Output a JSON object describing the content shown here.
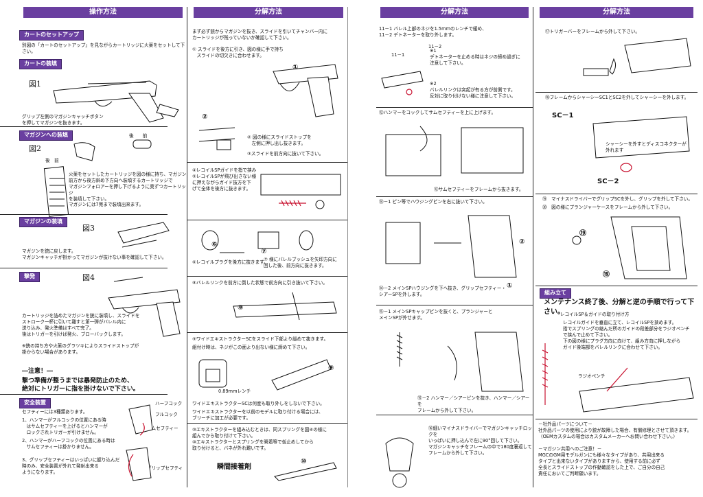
{
  "col1": {
    "header": "操作方法",
    "cart_setup_tag": "カートのセットアップ",
    "cart_setup_text": "別図の「カートのセットアップ」を見ながらカートリッジに火薬をセットして下さい。",
    "cart_load_tag": "カートの装填",
    "fig1": "図1",
    "cart_load_text": "グリップ左側のマガジンキャッチボタン\nを押してマガジンを抜きます。",
    "mag_load_tag": "マガジンへの装填",
    "fig2": "図2",
    "back_front_1": "後　　前",
    "back_front_2": "後　前",
    "mag_load_text": "火薬をセットしたカートリッジを図の様に持ち、マガジン\n前方から後方斜め下方向へ装填するカートリッジで\nマガジンフォロアーを押し下げるように奥ずつカートリッジ\nを装填して下さい。\nマガジンには7発まで装填出来ます。",
    "mag_install_tag": "マガジンの装填",
    "fig3": "図3",
    "mag_install_text": "マガジンを銃に戻します。\nマガジンキャッチが掛かってマガジンが抜けない事を確認して下さい。",
    "fire_tag": "撃発",
    "fig4": "図4",
    "fire_text": "カートリッジを詰めたマガジンを銃に装填し、スライドを\nストローク一杯に引いて離すと第一弾がバレル内に\n送り込み、発火準備はすべて完了。\n後はトリガーを引けば発火、ブローバックします。",
    "fire_note": "※銃の持ち方や火薬のグラツキによりスライドストップが\n掛からない場合があります。",
    "caution_title": "―注意！―",
    "caution_text": "撃つ準備が整うまでは暴発防止のため、\n絶対にトリガーに指を掛けないで下さい。",
    "safety_tag": "安全装置",
    "safety_intro": "セフティーには3種類あります。",
    "safety_1": "1、ハンマーがフルコックの位置にある時\n　はサムセフティーを上げるとハンマーが\n　ロックされトリガーが引けません。",
    "safety_2": "2、ハンマーがハーフコックの位置にある時は\n　サムセフティーは掛かりません。",
    "safety_3": "3、グリップセフティーはいっぱいに握り込んだ\n時のみ、安全装置が外れて発射出来る\nようになります。",
    "label_halfcock": "ハーフコック",
    "label_fullcock": "フルコック",
    "label_thumb": "サムセフティー",
    "label_grip": "グリップセフティー"
  },
  "col2": {
    "header": "分解方法",
    "intro": "まず必ず銃からマガジンを抜き、スライドを引いてチャンバー内に\nカートリッジが残っていないか確認して下さい。",
    "step1": "① スライドを後方に引き、図の様に手で持ち\n　スライドの切欠きに合わせます。",
    "step2": "② 図の様にスライドストップを\n　左側に押し出し抜きます。",
    "step3": "③スライドを前方向に抜いて下さい。",
    "step4": "④レコイルSPガイドを指で挟み\n⑤レコイルSPが飛び出さない様\nに押えながらガイド抜方を下\nげて全体を後方に抜きます。",
    "step6": "⑥レコイルプラグを後方に抜きます。",
    "step7": "⑦ 様にバレルブッシュを矢印方向に\n回した後、前方向に抜きます。",
    "step8": "⑧バレルリンクを前方に倒した状態で前方向に引き抜いて下さい。",
    "step9": "⑨ワイドエキストラクターSCをスライド下部より縦めて抜きます。",
    "step9b": "組付け時は、ネジがこの面より出ない様に締めて下さい。",
    "wrench": "0.89mmレンチ",
    "note9a": "ワイドエキストラクターSCは何度も取り外しをしないで下さい。",
    "note9b": "ワイドエキストラクターを以前のモデルに取り付ける場合には、\nブリーチに加工が必要です。",
    "step10": "⑩エキストラクターを組み込むときは、同スプリングを図④の様に\n組んでから取り付けて下さい。\n⑩エキストラクターとスプリングを瞬着等で仮止めしてから\n取り付けると、バネが外れ難いです。",
    "glue": "瞬間接着剤"
  },
  "col3": {
    "header": "分解方法",
    "step11": "11－1 バレル上部のネジを1.5mmのレンチで緩め、\n11－2 デトネーターを取り外します。",
    "label_11_1": "11－1",
    "label_11_2": "11－2",
    "note_a": "※1\nデトネーターを止める時はネジの締め過ぎに\n注意して下さい。",
    "note_b": "※2\nバレルリンクは突起が有る方が前側です。\n反対に取り付けない様に注意して下さい。",
    "step12": "⑫ハンマーをコックしてサムセフティーを上に上げます。",
    "step13": "⑬サムセフティーをフレームから抜きます。",
    "step14a": "⑭－1 ピン等でハウジングピンを右に抜いて下さい。",
    "step14b": "⑭－2 メインSPハウジングを下へ抜き、グリップセフティー・\nシアーSPを外します。",
    "step15a": "⑮－1 メインSPキャップピンを抜くと、プランジャーと\nメインSPが外せます。",
    "step15b": "⑮－2 ハンマー／シアーピンを抜き、ハンマー／シアーを\nフレームから外して下さい。",
    "step16": "⑯細いマイナスドライバーでマガジンキャッチロックを\nいっぱいに押し込んで左に90°回して下さい。\nマガジンキャッチをフレームの中で180度裏返して\nフレームから外して下さい。"
  },
  "col4": {
    "header": "分解方法",
    "step17": "⑰トリガーバーをフレームから外して下さい。",
    "step18": "⑱フレームからシャーシーSC1とSC2を外してシャーシーを外します。",
    "sc1": "SC－1",
    "sc2": "SC－2",
    "chassis_note": "シャーシーを外すとディスコネクターが\n外れます",
    "step19": "⑲　マイナスドライバーでグリップSCを外し、グリップを外して下さい。",
    "step20": "⑳　図の様にプランジャーケースをフレームから外して下さい。",
    "assembly_tag": "組み立て",
    "assembly_text": "メンテナンス終了後、分解と逆の手順で行って下さい。",
    "recoil_title": "レコイルSP＆ガイドの取り付け方",
    "recoil_text": "レコイルガイドを垂直に立て、レコイルSPを挟めます。\n指でスプリングの縮んだ所のガイドの段差部分をラジオペンチ\nで挟んで止めて下さい。\n下の図の様にプラグ方向に向けて、組み方向に押しながら\nガイド後端部をバレルリンクに合わせて下さい。",
    "pliers": "ラジオペンチ",
    "parts_note": "－社外品パーツについて－\n社外品パーツの使用により銃が故障した場合、有償修理とさせて頂きます。\n（OEMカスタムの場合はカスタムメーカーへお問い合わせ下さい。）",
    "mgc_note": "－マガジン共用へのご注意！－\nMGCのGM用モデルガンにも様々なタイプがあり、共用出来る\nタイプと出来ないタイプがありますから、使用する前に必ず\n全長とスライドストップの作動確認をした上で、ご自分の自己\n責任においてご判断願います。"
  }
}
